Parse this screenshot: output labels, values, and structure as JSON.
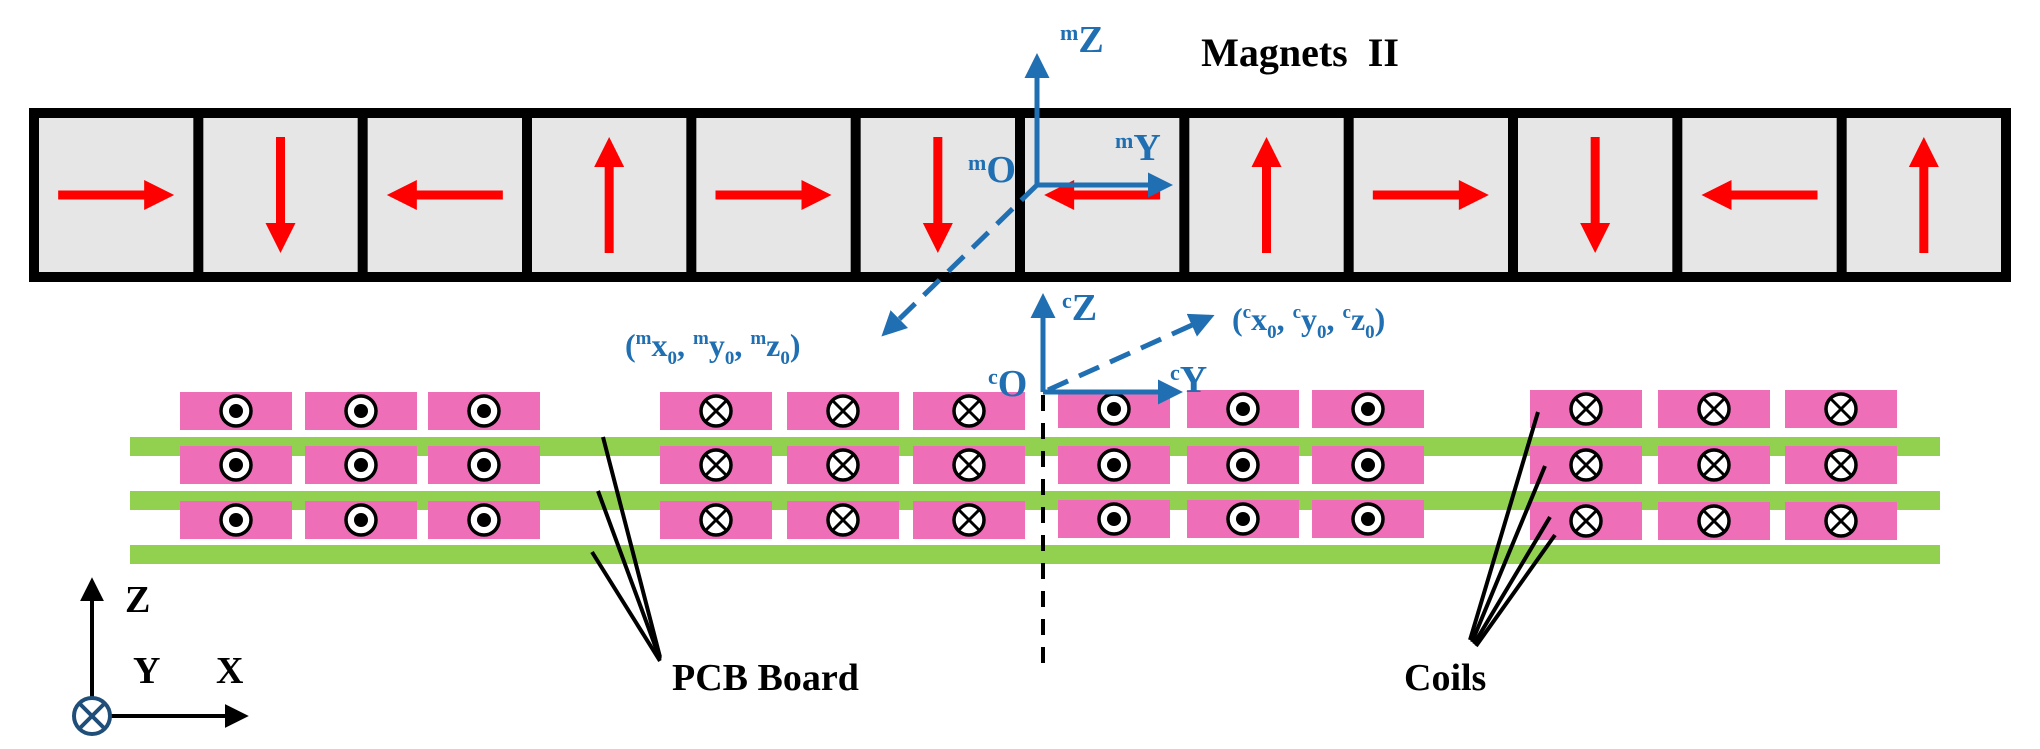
{
  "title": "Magnets  II",
  "colors": {
    "magnet_fill": "#e6e6e6",
    "magnet_stroke": "#000000",
    "arrow": "#ff0000",
    "axis_blue": "#1f6fb2",
    "coil": "#ee6fb8",
    "pcb": "#92d050"
  },
  "magnets": [
    {
      "direction": "right"
    },
    {
      "direction": "down"
    },
    {
      "direction": "left"
    },
    {
      "direction": "up"
    },
    {
      "direction": "right"
    },
    {
      "direction": "down"
    },
    {
      "direction": "left"
    },
    {
      "direction": "up"
    },
    {
      "direction": "right"
    },
    {
      "direction": "down"
    },
    {
      "direction": "left"
    },
    {
      "direction": "up"
    }
  ],
  "coil_groups": [
    {
      "symbol": "dot-icon"
    },
    {
      "symbol": "cross-icon"
    },
    {
      "symbol": "dot-icon"
    },
    {
      "symbol": "cross-icon"
    }
  ],
  "magnet_frame": {
    "origin": "O",
    "origin_sup": "m",
    "z": "Z",
    "z_sup": "m",
    "y": "Y",
    "y_sup": "m",
    "coord_label": {
      "open": "(",
      "x_sup": "m",
      "x": "x",
      "sub": "0",
      "y_sup": "m",
      "y": "y",
      "z_sup": "m",
      "z": "z",
      "close": ")",
      "sep": ", "
    }
  },
  "coil_frame": {
    "origin": "O",
    "origin_sup": "c",
    "z": "Z",
    "z_sup": "c",
    "y": "Y",
    "y_sup": "c",
    "coord_label": {
      "open": "(",
      "x_sup": "c",
      "x": "x",
      "sub": "0",
      "y_sup": "c",
      "y": "y",
      "z_sup": "c",
      "z": "z",
      "close": ")",
      "sep": ", "
    }
  },
  "global_axes": {
    "z": "Z",
    "y": "Y",
    "x": "X"
  },
  "labels": {
    "pcb": "PCB Board",
    "coils": "Coils"
  }
}
